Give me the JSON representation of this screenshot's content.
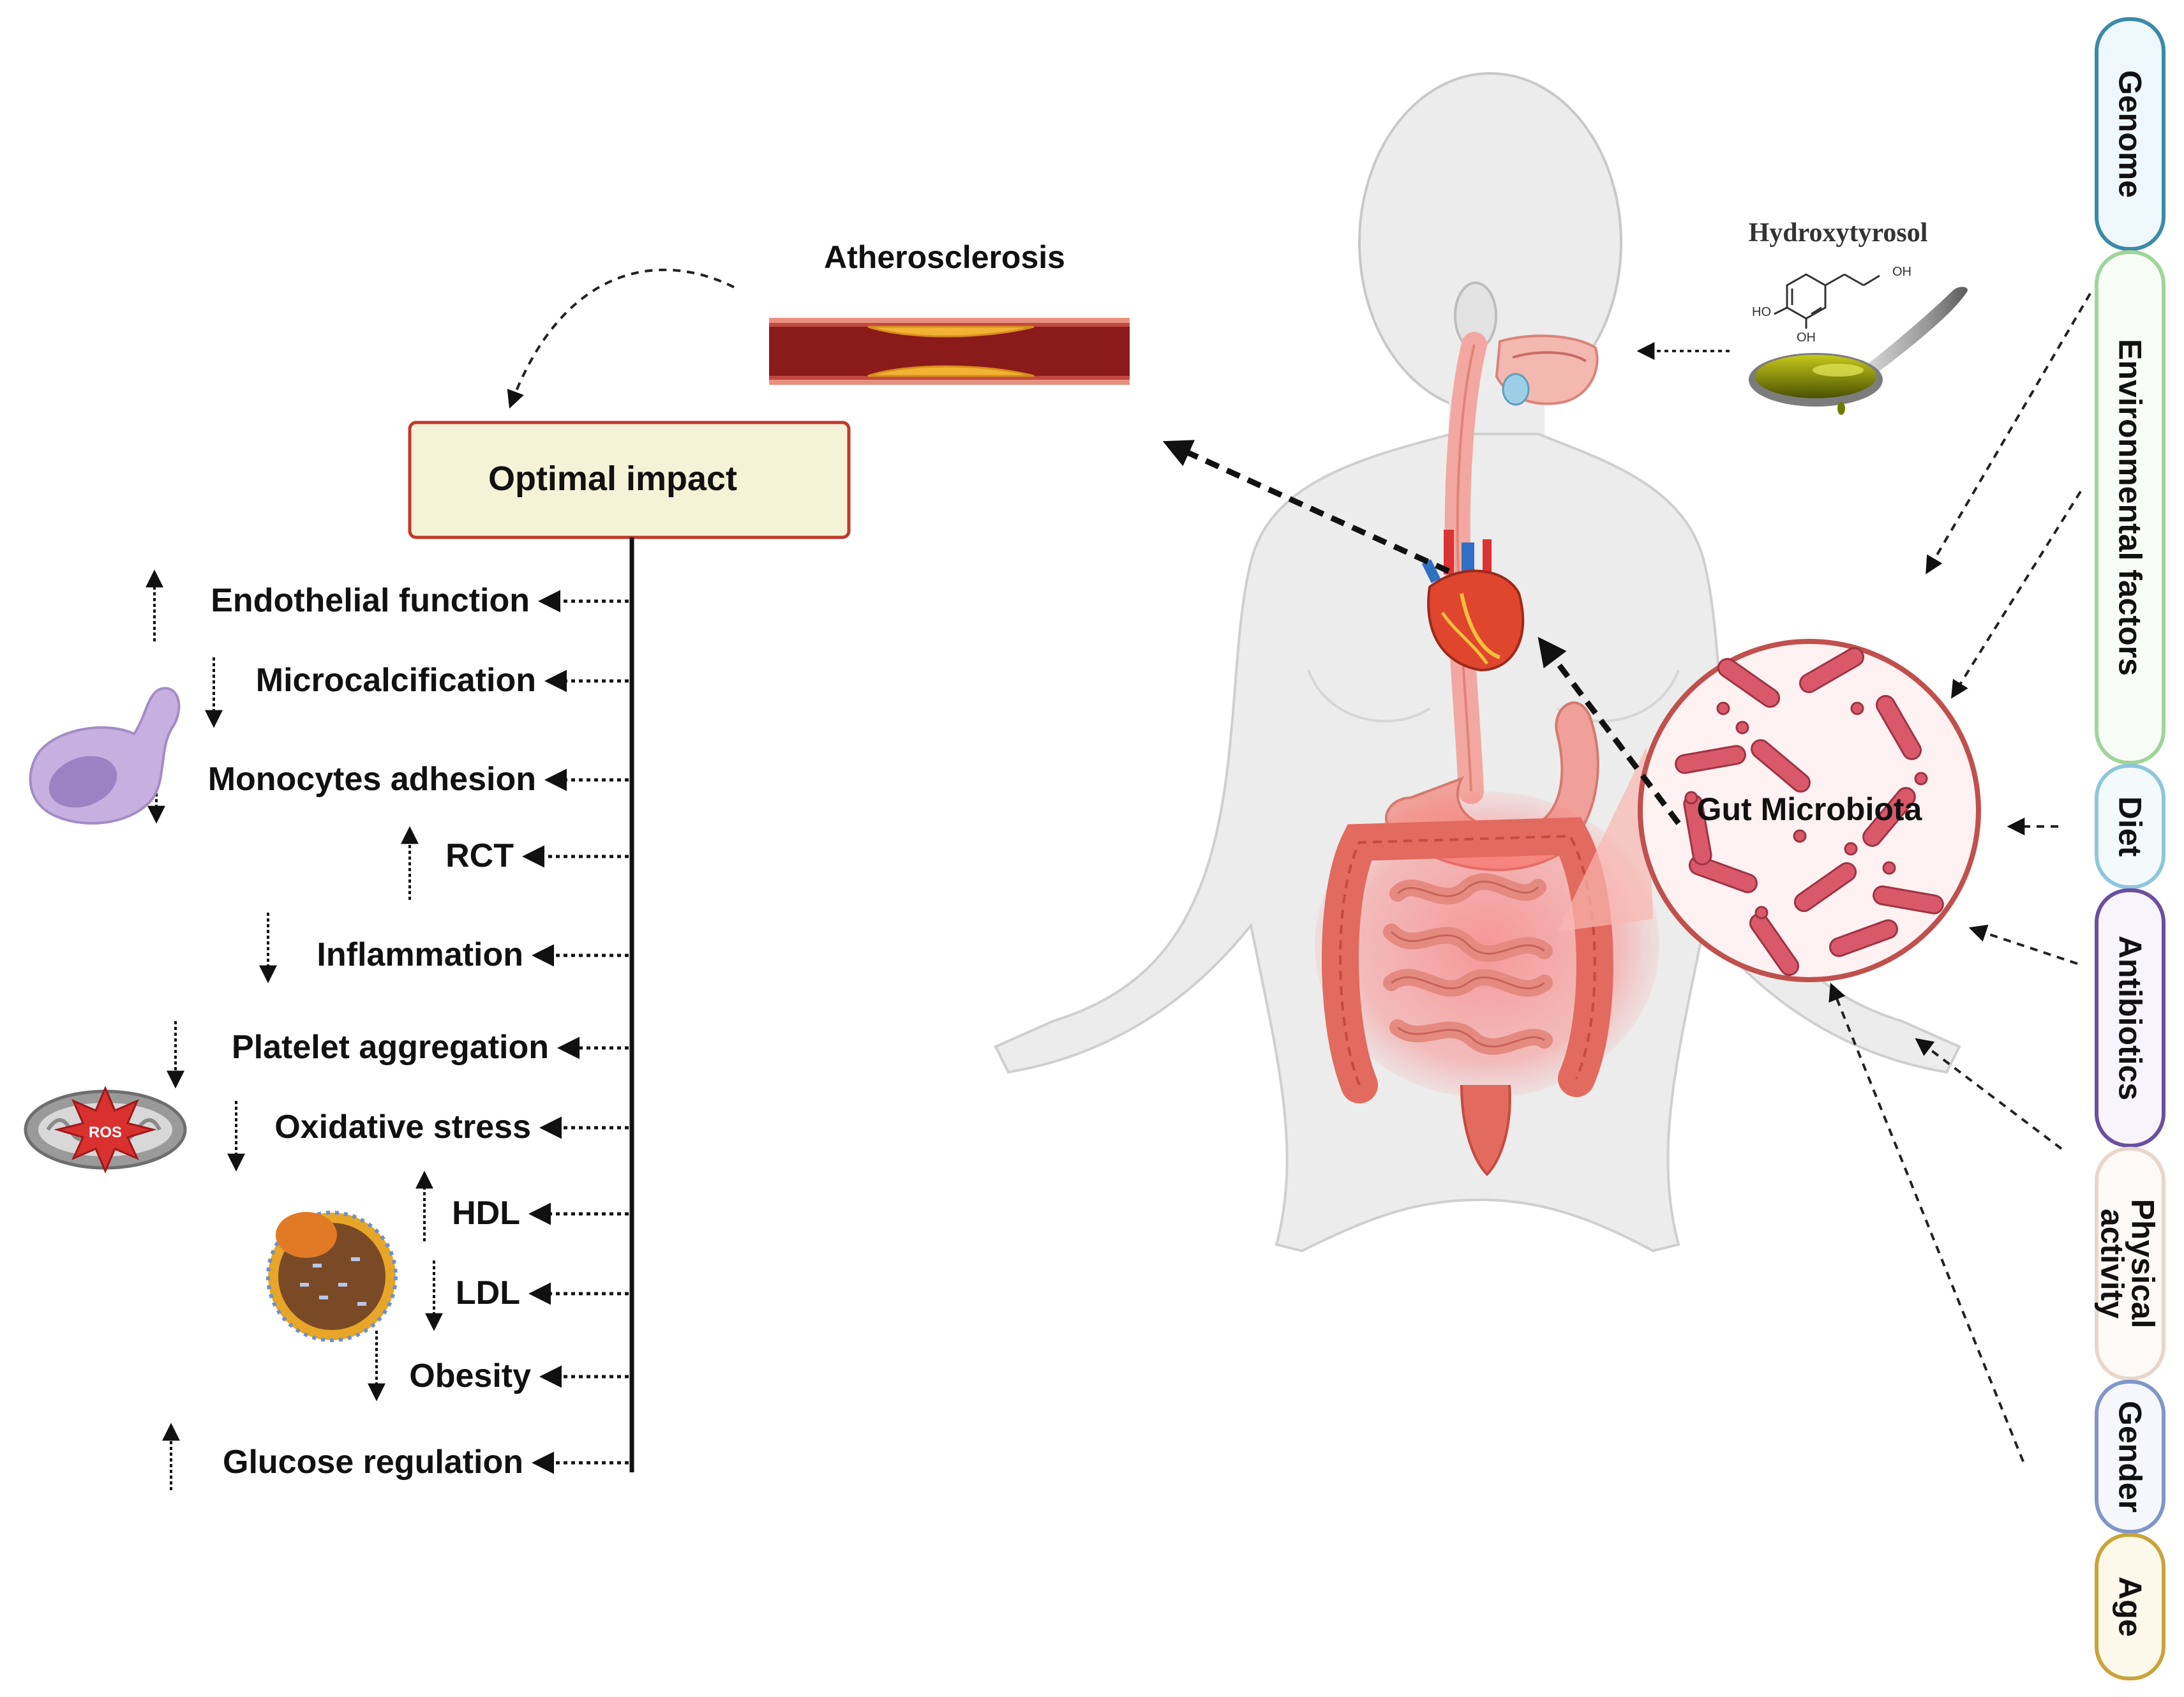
{
  "atherosclerosis_label": "Atherosclerosis",
  "optimal_impact_label": "Optimal impact",
  "effects": [
    {
      "label": "Endothelial function",
      "direction": "up"
    },
    {
      "label": "Microcalcification",
      "direction": "down"
    },
    {
      "label": "Monocytes adhesion",
      "direction": "down"
    },
    {
      "label": "RCT",
      "direction": "up"
    },
    {
      "label": "Inflammation",
      "direction": "down"
    },
    {
      "label": "Platelet aggregation",
      "direction": "down"
    },
    {
      "label": "Oxidative stress",
      "direction": "down"
    },
    {
      "label": "HDL",
      "direction": "up"
    },
    {
      "label": "LDL",
      "direction": "down"
    },
    {
      "label": "Obesity",
      "direction": "down"
    },
    {
      "label": "Glucose regulation",
      "direction": "up"
    }
  ],
  "ros_label": "ROS",
  "hydroxytyrosol": {
    "title": "Hydroxytyrosol",
    "oh_top": "OH",
    "ho_left": "HO",
    "oh_bottom": "OH"
  },
  "gut_microbiota_label": "Gut Microbiota",
  "factors": [
    {
      "label": "Genome",
      "border": "#3a8aa8",
      "fill": "#eef7fb"
    },
    {
      "label": "Environmental factors",
      "border": "#9fd49a",
      "fill": "#f8fcf6"
    },
    {
      "label": "Diet",
      "border": "#8fc6dc",
      "fill": "#f4fafc"
    },
    {
      "label": "Antibiotics",
      "border": "#6a4fa0",
      "fill": "#f7f4fb"
    },
    {
      "label": "Physical activity",
      "border": "#e8d6cc",
      "fill": "#fdf9f6"
    },
    {
      "label": "Gender",
      "border": "#7f96c8",
      "fill": "#f5f7fc"
    },
    {
      "label": "Age",
      "border": "#c9a43a",
      "fill": "#fcf8ea"
    }
  ],
  "colors": {
    "box_border": "#c0392b",
    "box_fill": "#f5f3d7",
    "artery": "#8b1a1a",
    "plaque": "#f2b233",
    "bacteria": "#d75a6a"
  }
}
